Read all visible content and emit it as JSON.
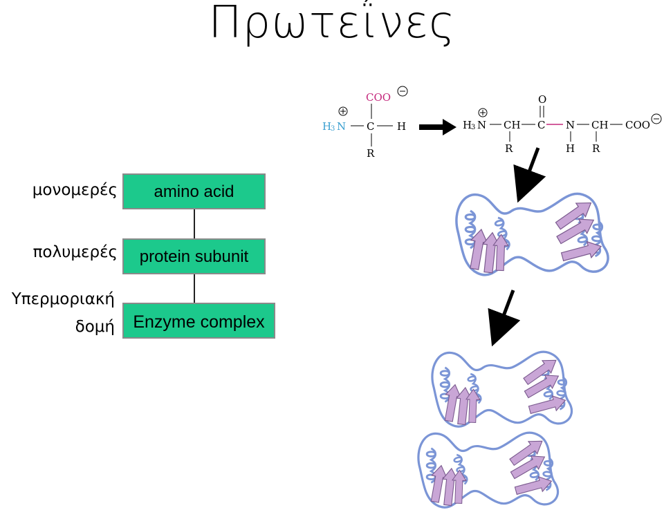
{
  "title": "Πρωτεΐνες",
  "levels": {
    "monomer": "μονομερές",
    "polymer": "πολυμερές",
    "super_line1": "Υπερμοριακή",
    "super_line2": "δομή"
  },
  "boxes": {
    "amino_acid": "amino acid",
    "protein_subunit": "protein subunit",
    "enzyme_complex": "Enzyme complex"
  },
  "chem_left": {
    "coo": "COO",
    "h3": "H",
    "sub3": "3",
    "n": "N",
    "c": "C",
    "h": "H",
    "r": "R"
  },
  "chem_right": {
    "h3n": "H",
    "sub3": "3",
    "n": "N",
    "ch1": "CH",
    "c": "C",
    "o": "O",
    "n2": "N",
    "ch2": "CH",
    "coo": "COO",
    "r1": "R",
    "h": "H",
    "r2": "R"
  },
  "colors": {
    "box_fill": "#1cc98c",
    "ammonium": "#3a9fd0",
    "carboxyl": "#c4287c",
    "ribbon": "#7b95d6",
    "sheet": "#c9a6d6"
  }
}
